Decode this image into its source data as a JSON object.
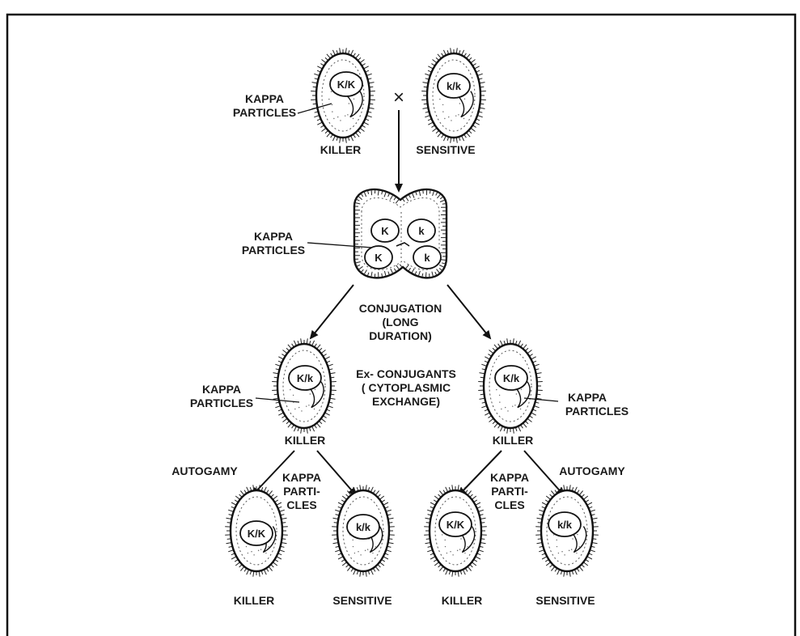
{
  "diagram": {
    "top": {
      "kappa_label": [
        "KAPPA",
        "PARTICLES"
      ],
      "cross_symbol": "×",
      "left_cell": {
        "nucleus": "K/K",
        "label": "KILLER"
      },
      "right_cell": {
        "nucleus": "k/k",
        "label": "SENSITIVE"
      }
    },
    "conjugation": {
      "kappa_label": [
        "KAPPA",
        "PARTICLES"
      ],
      "nuclei": [
        "K",
        "k",
        "K",
        "k"
      ],
      "caption": [
        "CONJUGATION",
        "(LONG",
        "DURATION)"
      ]
    },
    "exconjugants": {
      "caption": [
        "Ex- CONJUGANTS",
        "( CYTOPLASMIC",
        "EXCHANGE)"
      ],
      "left_cell": {
        "nucleus": "K/k",
        "label": "KILLER",
        "kappa_label": [
          "KAPPA",
          "PARTICLES"
        ]
      },
      "right_cell": {
        "nucleus": "K/k",
        "label": "KILLER",
        "kappa_label": [
          "KAPPA",
          "PARTICLES"
        ]
      }
    },
    "autogamy": {
      "left_branch": {
        "autogamy_label": "AUTOGAMY",
        "kappa_label": [
          "KAPPA",
          "PARTI-",
          "CLES"
        ],
        "cells": [
          {
            "nucleus": "K/K",
            "label": "KILLER"
          },
          {
            "nucleus": "k/k",
            "label": "SENSITIVE"
          }
        ]
      },
      "right_branch": {
        "autogamy_label": "AUTOGAMY",
        "kappa_label": [
          "KAPPA",
          "PARTI-",
          "CLES"
        ],
        "cells": [
          {
            "nucleus": "K/K",
            "label": "KILLER"
          },
          {
            "nucleus": "k/k",
            "label": "SENSITIVE"
          }
        ]
      }
    }
  }
}
